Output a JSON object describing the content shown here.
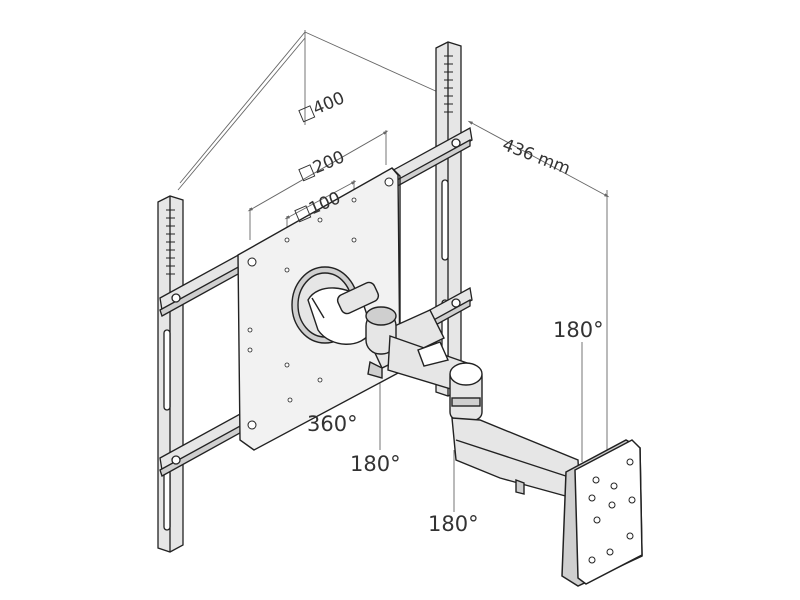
{
  "dimensions": {
    "vesa_400": "□400",
    "vesa_200": "□200",
    "vesa_100": "□100",
    "arm_extension": "436 mm"
  },
  "rotations": {
    "plate_swivel": "360°",
    "inner_joint": "180°",
    "wall_joint": "180°",
    "middle_joint": "180°"
  },
  "colors": {
    "outline": "#222222",
    "fill_light": "#e6e6e6",
    "fill_mid": "#cfcfcf",
    "fill_white": "#ffffff",
    "dimension_line": "#666666",
    "label_text": "#333333"
  }
}
